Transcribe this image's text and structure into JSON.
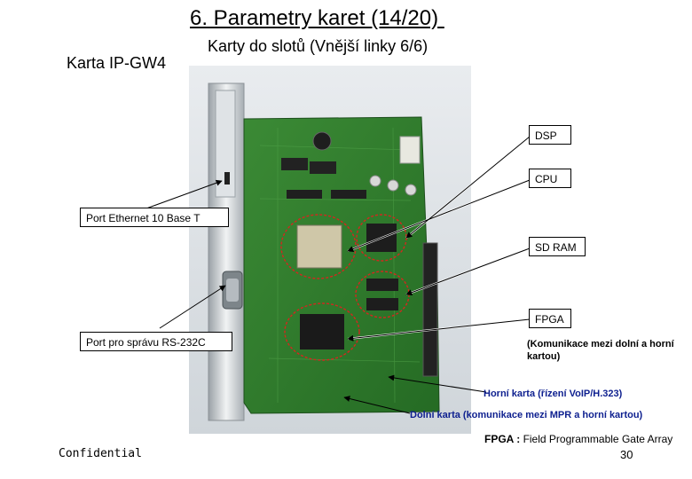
{
  "slide": {
    "title": "6. Parametry karet (14/20) ",
    "subtitle": "Karty do slotů (Vnější linky 6/6)",
    "card_name": "Karta IP-GW4",
    "footer_left": "Confidential",
    "page_number": "30"
  },
  "callouts": {
    "dsp": "DSP",
    "cpu": "CPU",
    "ethernet": "Port Ethernet 10 Base T",
    "sdram": "SD RAM",
    "fpga": "FPGA",
    "fpga_desc": "(Komunikace mezi dolní a horní kartou)",
    "rs232": "Port pro správu RS-232C",
    "upper_card": "Horní karta (řízení VoIP/H.323)",
    "lower_card": "Dolní karta (komunikace mezi MPR a horní kartou)"
  },
  "definition": {
    "term": "FPGA :",
    "meaning": "Field Programmable Gate Array"
  },
  "colors": {
    "pcb_green": "#2f7a2c",
    "highlight_red": "#d3271e",
    "note_blue": "#0d1f8f",
    "arrow_black": "#000000"
  }
}
